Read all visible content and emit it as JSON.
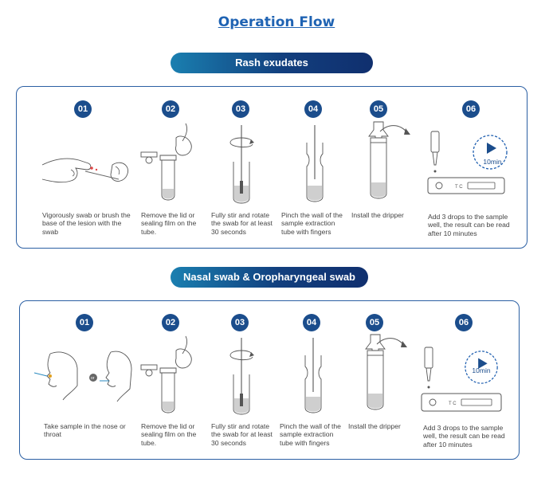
{
  "page_title": "Operation Flow",
  "sections": [
    {
      "title": "Rash exudates",
      "steps": [
        {
          "num": "01",
          "text": "Vigorously swab or brush the base of the lesion with the swab"
        },
        {
          "num": "02",
          "text": "Remove the lid or sealing film on the tube."
        },
        {
          "num": "03",
          "text": "Fully stir and rotate the swab for at least 30 seconds"
        },
        {
          "num": "04",
          "text": "Pinch the wall of the sample extraction tube with fingers"
        },
        {
          "num": "05",
          "text": "Install the dripper"
        },
        {
          "num": "06",
          "text": "Add 3 drops to the sample well, the result can be read after 10 minutes",
          "timer": "10min"
        }
      ]
    },
    {
      "title": "Nasal swab & Oropharyngeal swab",
      "steps": [
        {
          "num": "01",
          "text": "Take sample in the nose or throat",
          "or_label": "or"
        },
        {
          "num": "02",
          "text": "Remove the lid or sealing film on the tube."
        },
        {
          "num": "03",
          "text": "Fully stir and rotate the swab for at least 30 seconds"
        },
        {
          "num": "04",
          "text": "Pinch the wall of the sample extraction tube with fingers"
        },
        {
          "num": "05",
          "text": "Install the dripper"
        },
        {
          "num": "06",
          "text": "Add 3 drops to the sample well, the result can be read after 10 minutes",
          "timer": "10min"
        }
      ]
    }
  ],
  "colors": {
    "accent": "#1f63b3",
    "badge": "#1b4d8c",
    "border": "#2b5fa3"
  }
}
